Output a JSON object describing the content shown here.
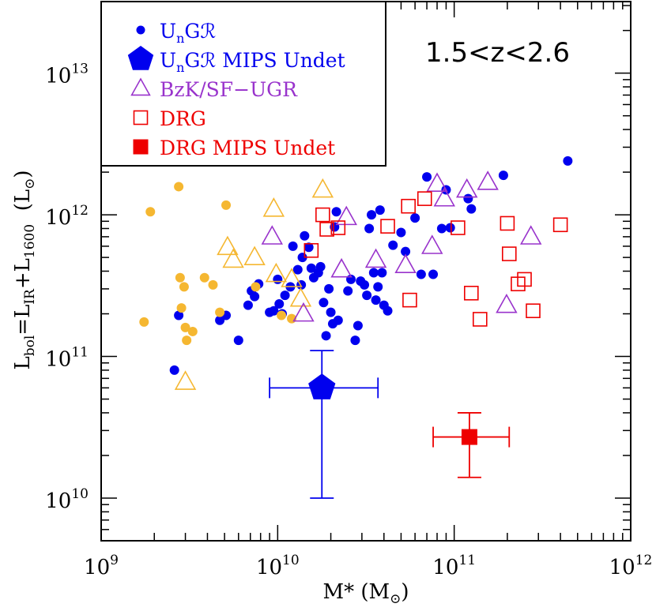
{
  "chart_data": {
    "type": "scatter",
    "x_scale": "log",
    "y_scale": "log",
    "xlim": [
      1000000000.0,
      1000000000000.0
    ],
    "ylim": [
      5000000000.0,
      32000000000000.0
    ],
    "xlabel": {
      "main": "M* (M",
      "sub": "⊙",
      "tail": ")"
    },
    "ylabel": {
      "p1": "L",
      "s1": "bol",
      "p2": "=L",
      "s2": "IR",
      "p3": "+L",
      "s3": "1600",
      "p4": "  (L",
      "s4": "⊙",
      "p5": ")"
    },
    "annotation": "1.5<z<2.6",
    "x_ticks": [
      {
        "value": 1000000000.0,
        "base": "10",
        "exp": "9"
      },
      {
        "value": 10000000000.0,
        "base": "10",
        "exp": "10"
      },
      {
        "value": 100000000000.0,
        "base": "10",
        "exp": "11"
      },
      {
        "value": 1000000000000.0,
        "base": "10",
        "exp": "12"
      }
    ],
    "y_ticks": [
      {
        "value": 10000000000.0,
        "base": "10",
        "exp": "10"
      },
      {
        "value": 100000000000.0,
        "base": "10",
        "exp": "11"
      },
      {
        "value": 1000000000000.0,
        "base": "10",
        "exp": "12"
      },
      {
        "value": 10000000000000.0,
        "base": "10",
        "exp": "13"
      }
    ],
    "colors": {
      "blue": "#0000ee",
      "orange": "#f5b731",
      "purple": "#9933cc",
      "red": "#ee0000"
    },
    "legend": {
      "placement": "top-left",
      "entries": [
        {
          "marker": "dot",
          "color": "#0000ee",
          "main": "U",
          "sub": "n",
          "rest": "Gℛ"
        },
        {
          "marker": "pentagon",
          "color": "#0000ee",
          "main": "U",
          "sub": "n",
          "rest": "Gℛ MIPS Undet"
        },
        {
          "marker": "triangle",
          "color": "#9933cc",
          "main": "BzK/SF−UGR",
          "sub": "",
          "rest": ""
        },
        {
          "marker": "open-square",
          "color": "#ee0000",
          "main": "DRG",
          "sub": "",
          "rest": ""
        },
        {
          "marker": "filled-square",
          "color": "#ee0000",
          "main": "DRG MIPS Undet",
          "sub": "",
          "rest": ""
        }
      ]
    },
    "series": [
      {
        "name": "UnGR",
        "marker": "dot",
        "color": "#0000ee",
        "points": [
          [
            2600000000.0,
            80000000000.0
          ],
          [
            2750000000.0,
            195000000000.0
          ],
          [
            4700000000.0,
            180000000000.0
          ],
          [
            5100000000.0,
            195000000000.0
          ],
          [
            6000000000.0,
            130000000000.0
          ],
          [
            6800000000.0,
            230000000000.0
          ],
          [
            7100000000.0,
            290000000000.0
          ],
          [
            7400000000.0,
            265000000000.0
          ],
          [
            7800000000.0,
            325000000000.0
          ],
          [
            9000000000.0,
            205000000000.0
          ],
          [
            9500000000.0,
            210000000000.0
          ],
          [
            10000000000.0,
            350000000000.0
          ],
          [
            10200000000.0,
            235000000000.0
          ],
          [
            10600000000.0,
            200000000000.0
          ],
          [
            11000000000.0,
            270000000000.0
          ],
          [
            11800000000.0,
            310000000000.0
          ],
          [
            12200000000.0,
            600000000000.0
          ],
          [
            13000000000.0,
            410000000000.0
          ],
          [
            13600000000.0,
            320000000000.0
          ],
          [
            13800000000.0,
            500000000000.0
          ],
          [
            14200000000.0,
            710000000000.0
          ],
          [
            15000000000.0,
            590000000000.0
          ],
          [
            15500000000.0,
            420000000000.0
          ],
          [
            16000000000.0,
            360000000000.0
          ],
          [
            17000000000.0,
            390000000000.0
          ],
          [
            17500000000.0,
            430000000000.0
          ],
          [
            18200000000.0,
            240000000000.0
          ],
          [
            18800000000.0,
            140000000000.0
          ],
          [
            19500000000.0,
            300000000000.0
          ],
          [
            20000000000.0,
            205000000000.0
          ],
          [
            20500000000.0,
            170000000000.0
          ],
          [
            21000000000.0,
            820000000000.0
          ],
          [
            21500000000.0,
            1050000000000.0
          ],
          [
            22000000000.0,
            180000000000.0
          ],
          [
            25000000000.0,
            290000000000.0
          ],
          [
            26000000000.0,
            350000000000.0
          ],
          [
            27500000000.0,
            130000000000.0
          ],
          [
            28500000000.0,
            165000000000.0
          ],
          [
            29500000000.0,
            340000000000.0
          ],
          [
            31000000000.0,
            320000000000.0
          ],
          [
            32000000000.0,
            270000000000.0
          ],
          [
            33000000000.0,
            800000000000.0
          ],
          [
            34000000000.0,
            1000000000000.0
          ],
          [
            35000000000.0,
            390000000000.0
          ],
          [
            36000000000.0,
            250000000000.0
          ],
          [
            37000000000.0,
            310000000000.0
          ],
          [
            38000000000.0,
            1080000000000.0
          ],
          [
            39000000000.0,
            390000000000.0
          ],
          [
            40000000000.0,
            230000000000.0
          ],
          [
            42000000000.0,
            210000000000.0
          ],
          [
            45000000000.0,
            610000000000.0
          ],
          [
            50000000000.0,
            750000000000.0
          ],
          [
            53000000000.0,
            550000000000.0
          ],
          [
            60000000000.0,
            950000000000.0
          ],
          [
            65000000000.0,
            380000000000.0
          ],
          [
            70000000000.0,
            1850000000000.0
          ],
          [
            76000000000.0,
            380000000000.0
          ],
          [
            85000000000.0,
            800000000000.0
          ],
          [
            90000000000.0,
            1500000000000.0
          ],
          [
            95000000000.0,
            810000000000.0
          ],
          [
            120000000000.0,
            1300000000000.0
          ],
          [
            125000000000.0,
            1100000000000.0
          ],
          [
            190000000000.0,
            1900000000000.0
          ],
          [
            440000000000.0,
            2400000000000.0
          ]
        ]
      },
      {
        "name": "orange-dots",
        "marker": "dot",
        "color": "#f5b731",
        "points": [
          [
            1750000000.0,
            175000000000.0
          ],
          [
            1900000000.0,
            1050000000000.0
          ],
          [
            2750000000.0,
            1580000000000.0
          ],
          [
            2800000000.0,
            360000000000.0
          ],
          [
            2850000000.0,
            220000000000.0
          ],
          [
            2950000000.0,
            310000000000.0
          ],
          [
            3000000000.0,
            160000000000.0
          ],
          [
            3050000000.0,
            130000000000.0
          ],
          [
            3300000000.0,
            150000000000.0
          ],
          [
            3850000000.0,
            360000000000.0
          ],
          [
            4300000000.0,
            320000000000.0
          ],
          [
            4700000000.0,
            205000000000.0
          ],
          [
            5100000000.0,
            1170000000000.0
          ],
          [
            7500000000.0,
            310000000000.0
          ],
          [
            10500000000.0,
            195000000000.0
          ],
          [
            12000000000.0,
            185000000000.0
          ]
        ]
      },
      {
        "name": "orange-triangles",
        "marker": "triangle",
        "color": "#f5b731",
        "points": [
          [
            3000000000.0,
            66000000000.0
          ],
          [
            5200000000.0,
            590000000000.0
          ],
          [
            5600000000.0,
            480000000000.0
          ],
          [
            7400000000.0,
            500000000000.0
          ],
          [
            9500000000.0,
            1100000000000.0
          ],
          [
            9800000000.0,
            380000000000.0
          ],
          [
            12000000000.0,
            350000000000.0
          ],
          [
            13500000000.0,
            255000000000.0
          ],
          [
            18000000000.0,
            1500000000000.0
          ]
        ]
      },
      {
        "name": "BzK/SF-UGR",
        "marker": "triangle",
        "color": "#9933cc",
        "points": [
          [
            9300000000.0,
            700000000000.0
          ],
          [
            14000000000.0,
            200000000000.0
          ],
          [
            23000000000.0,
            410000000000.0
          ],
          [
            24500000000.0,
            960000000000.0
          ],
          [
            36000000000.0,
            480000000000.0
          ],
          [
            53000000000.0,
            440000000000.0
          ],
          [
            75000000000.0,
            600000000000.0
          ],
          [
            80000000000.0,
            1650000000000.0
          ],
          [
            88000000000.0,
            1300000000000.0
          ],
          [
            118000000000.0,
            1500000000000.0
          ],
          [
            155000000000.0,
            1700000000000.0
          ],
          [
            198000000000.0,
            230000000000.0
          ],
          [
            272000000000.0,
            700000000000.0
          ]
        ]
      },
      {
        "name": "DRG",
        "marker": "open-square",
        "color": "#ee0000",
        "points": [
          [
            15500000000.0,
            560000000000.0
          ],
          [
            18000000000.0,
            1000000000000.0
          ],
          [
            19000000000.0,
            790000000000.0
          ],
          [
            22000000000.0,
            810000000000.0
          ],
          [
            42000000000.0,
            830000000000.0
          ],
          [
            55000000000.0,
            1150000000000.0
          ],
          [
            56000000000.0,
            250000000000.0
          ],
          [
            68000000000.0,
            1300000000000.0
          ],
          [
            105000000000.0,
            810000000000.0
          ],
          [
            125000000000.0,
            280000000000.0
          ],
          [
            140000000000.0,
            183000000000.0
          ],
          [
            200000000000.0,
            870000000000.0
          ],
          [
            205000000000.0,
            530000000000.0
          ],
          [
            230000000000.0,
            325000000000.0
          ],
          [
            250000000000.0,
            350000000000.0
          ],
          [
            280000000000.0,
            210000000000.0
          ],
          [
            400000000000.0,
            850000000000.0
          ]
        ]
      },
      {
        "name": "UnGR MIPS Undet",
        "marker": "pentagon",
        "color": "#0000ee",
        "points": [
          [
            17800000000.0,
            60000000000.0
          ]
        ],
        "xerr": [
          [
            9000000000.0,
            37000000000.0
          ]
        ],
        "yerr": [
          [
            10000000000.0,
            110000000000.0
          ]
        ]
      },
      {
        "name": "DRG MIPS Undet",
        "marker": "filled-square",
        "color": "#ee0000",
        "points": [
          [
            122000000000.0,
            27000000000.0
          ]
        ],
        "xerr": [
          [
            76000000000.0,
            205000000000.0
          ]
        ],
        "yerr": [
          [
            14000000000.0,
            40000000000.0
          ]
        ]
      }
    ]
  }
}
